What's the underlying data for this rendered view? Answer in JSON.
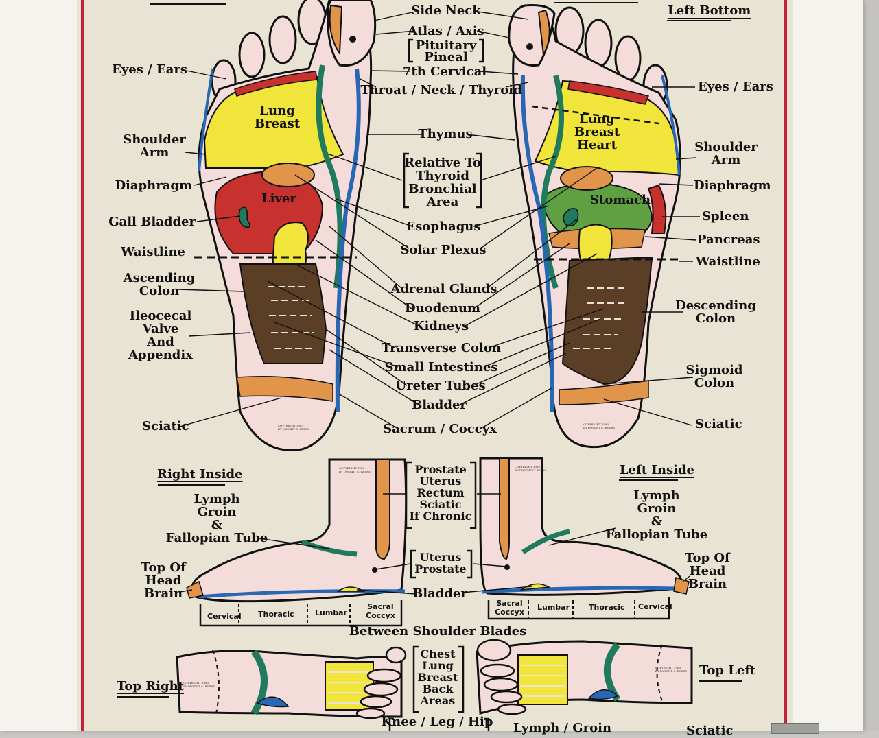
{
  "poster": {
    "headings": {
      "left_bottom": "Left Bottom",
      "right_inside": "Right Inside",
      "left_inside": "Left Inside",
      "top_right": "Top Right",
      "top_left": "Top Left"
    },
    "center_labels": {
      "side_neck": "Side Neck",
      "atlas_axis": "Atlas / Axis",
      "pituitary_pineal": "Pituitary\nPineal",
      "seventh_cervical": "7th Cervical",
      "throat": "Throat / Neck / Thyroid",
      "thymus": "Thymus",
      "relative_thyroid": "Relative To\nThyroid\nBronchial\nArea",
      "esophagus": "Esophagus",
      "solar_plexus": "Solar Plexus",
      "adrenal": "Adrenal Glands",
      "duodenum": "Duodenum",
      "kidneys": "Kidneys",
      "transverse": "Transverse Colon",
      "small_intestines": "Small Intestines",
      "ureter": "Ureter Tubes",
      "bladder": "Bladder",
      "sacrum": "Sacrum / Coccyx",
      "prostate_group": "Prostate\nUterus\nRectum\nSciatic\nIf Chronic",
      "uterus_prostate": "Uterus\nProstate",
      "bladder_inside": "Bladder",
      "between_shoulder": "Between Shoulder Blades",
      "chest_group": "Chest\nLung\nBreast\nBack\nAreas",
      "knee_leg_hip": "Knee / Leg / Hip",
      "lymph_groin_bottom": "Lymph / Groin",
      "sciatic_bottom": "Sciatic"
    },
    "right_foot_labels": {
      "eyes_ears": "Eyes / Ears",
      "shoulder_arm": "Shoulder\nArm",
      "diaphragm": "Diaphragm",
      "gall_bladder": "Gall Bladder",
      "waistline": "Waistline",
      "ascending": "Ascending\nColon",
      "ileocecal": "Ileocecal\nValve\nAnd\nAppendix",
      "sciatic": "Sciatic"
    },
    "left_foot_labels": {
      "eyes_ears": "Eyes / Ears",
      "shoulder_arm": "Shoulder\nArm",
      "diaphragm": "Diaphragm",
      "spleen": "Spleen",
      "pancreas": "Pancreas",
      "waistline": "Waistline",
      "descending": "Descending\nColon",
      "sigmoid": "Sigmoid\nColon",
      "sciatic": "Sciatic"
    },
    "in_foot_labels": {
      "lung_breast_r": "Lung\nBreast",
      "liver": "Liver",
      "lung_breast_heart_l": "Lung\nBreast\nHeart",
      "stomach": "Stomach"
    },
    "inside_labels": {
      "lymph_r": "Lymph\nGroin\n&\nFallopian Tube",
      "lymph_l": "Lymph\nGroin\n&\nFallopian Tube",
      "top_head_r": "Top Of\nHead\nBrain",
      "top_head_l": "Top Of\nHead\nBrain"
    },
    "spine_segments_right": [
      "Cervical",
      "Thoracic",
      "Lumbar",
      "Sacral\nCoccyx"
    ],
    "spine_segments_left": [
      "Sacral\nCoccyx",
      "Lumbar",
      "Thoracic",
      "Cervical"
    ],
    "copyright": "COPYRIGHT 1983\nBY DWIGHT C. BYERS",
    "colors": {
      "yellow": "#f1e43a",
      "red": "#c8322e",
      "orange": "#e0954a",
      "green": "#1f7a5e",
      "blue": "#2767b3",
      "brown": "#5a3f26",
      "skin": "#f3dcd9",
      "stomach_green": "#5fa043",
      "border_red": "#c4213a"
    }
  }
}
